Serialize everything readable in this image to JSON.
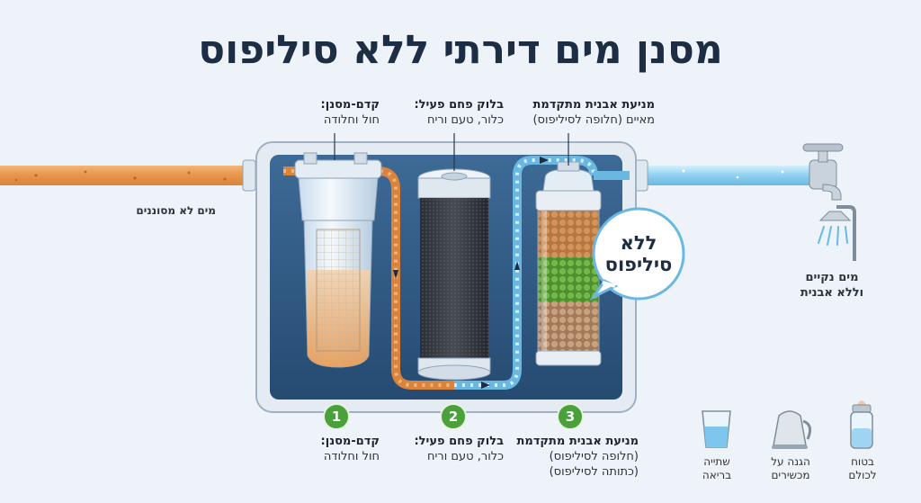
{
  "title": "מסנן מים דירתי ללא סיליפוס",
  "inlet_label": "מים לא מסוננים",
  "outlet_label": {
    "line1": "מים נקיים",
    "line2": "וללא אבנית"
  },
  "stages": [
    {
      "number": "1",
      "top_title": "קדם-מסנן:",
      "top_desc": "חול וחלודה",
      "bottom_title": "קדם-מסנן:",
      "bottom_desc": "חול וחלודה"
    },
    {
      "number": "2",
      "top_title": "בלוק פחם פעיל:",
      "top_desc": "כלור, טעם וריח",
      "bottom_title": "בלוק פחם פעיל:",
      "bottom_desc": "כלור, טעם וריח"
    },
    {
      "number": "3",
      "top_title": "מניעת אבנית מתקדמת",
      "top_desc": "מאיים (חלופה לסיליפוס)",
      "bottom_title": "מניעת אבנית מתקדמת",
      "bottom_desc": "(חלופה לסיליפוס)",
      "bottom_desc2": "(כתותה לסיליפוס)"
    }
  ],
  "bubble": {
    "line1": "ללא",
    "line2": "סיליפוס"
  },
  "features": [
    {
      "icon": "glass-icon",
      "line1": "שתייה",
      "line2": "בריאה"
    },
    {
      "icon": "kettle-icon",
      "line1": "הגנה על",
      "line2": "מכשירים"
    },
    {
      "icon": "baby-bottle-icon",
      "line1": "בטוח",
      "line2": "לכולם"
    }
  ],
  "colors": {
    "dirty_water": "#e8944a",
    "clean_water": "#8fd0f0",
    "housing": "#2f5b86",
    "stage_badge": "#4aa03a",
    "title": "#1d2d44"
  }
}
